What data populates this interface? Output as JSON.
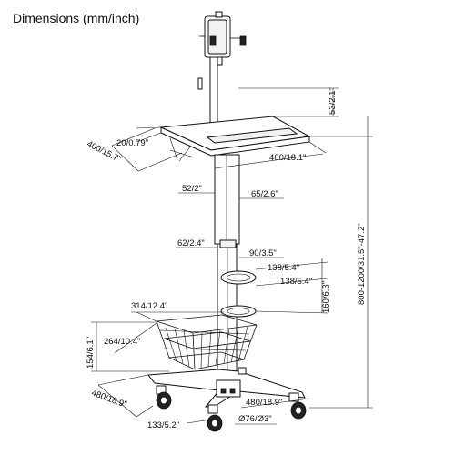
{
  "title": "Dimensions (mm/inch)",
  "dimensions": {
    "holder_height": "53/2.1\"",
    "shelf_thickness": "20/0.79\"",
    "shelf_depth": "400/15.7\"",
    "shelf_width": "460/18.1\"",
    "column_upper_a": "52/2\"",
    "column_upper_b": "65/2.6\"",
    "total_height": "800-1200/31.5\"-47.2\"",
    "column_lower_a": "62/2.4\"",
    "column_lower_b": "90/3.5\"",
    "ring_a": "138/5.4\"",
    "ring_b": "138/5.4\"",
    "ring_height": "160/6.3\"",
    "basket_width": "314/12.4\"",
    "basket_depth": "264/10.4\"",
    "basket_height": "154/6.1\"",
    "base_depth": "480/18.9\"",
    "base_width": "480/18.9\"",
    "caster_offset": "133/5.2\"",
    "caster_diameter": "Ø76/Ø3\""
  }
}
